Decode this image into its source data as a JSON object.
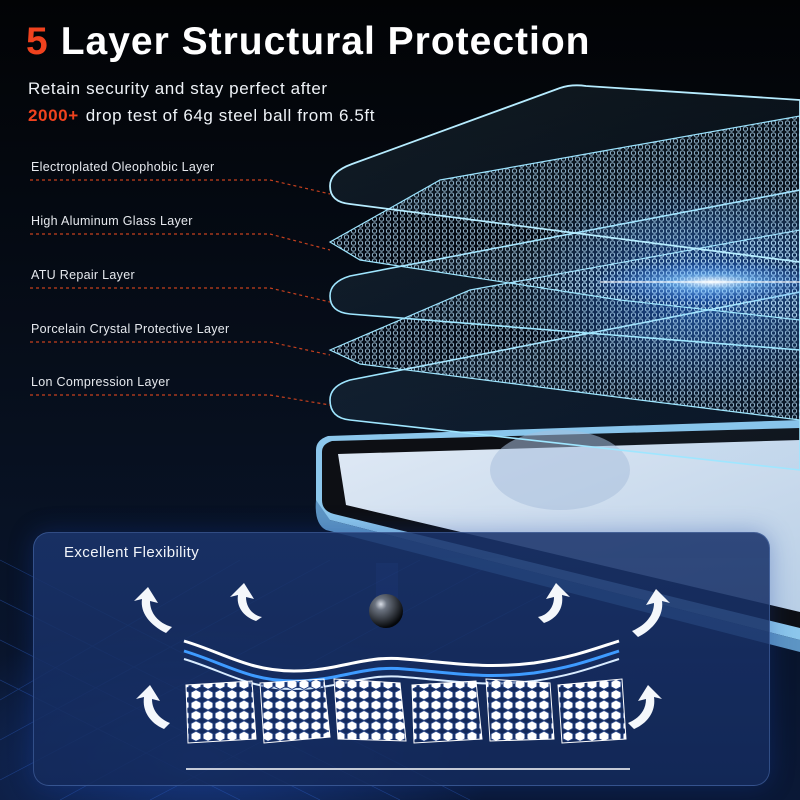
{
  "header": {
    "title_number": "5",
    "title_text": "Layer Structural Protection",
    "subtitle_line1": "Retain security and stay perfect after",
    "subtitle_highlight": "2000+",
    "subtitle_line2": "drop test of 64g steel ball from 6.5ft"
  },
  "layers": [
    {
      "label": "Electroplated Oleophobic Layer"
    },
    {
      "label": "High Aluminum Glass Layer"
    },
    {
      "label": "ATU Repair Layer"
    },
    {
      "label": "Porcelain Crystal Protective Layer"
    },
    {
      "label": "Lon Compression Layer"
    }
  ],
  "flexibility": {
    "title": "Excellent Flexibility"
  },
  "colors": {
    "accent": "#f0421e",
    "dashed_line": "#c5401e",
    "glass_edge": "#9fe6ff",
    "panel": "#1f3d80"
  },
  "icons": {
    "arrows": "curved-arrow-icon",
    "ball": "steel-ball-icon"
  }
}
